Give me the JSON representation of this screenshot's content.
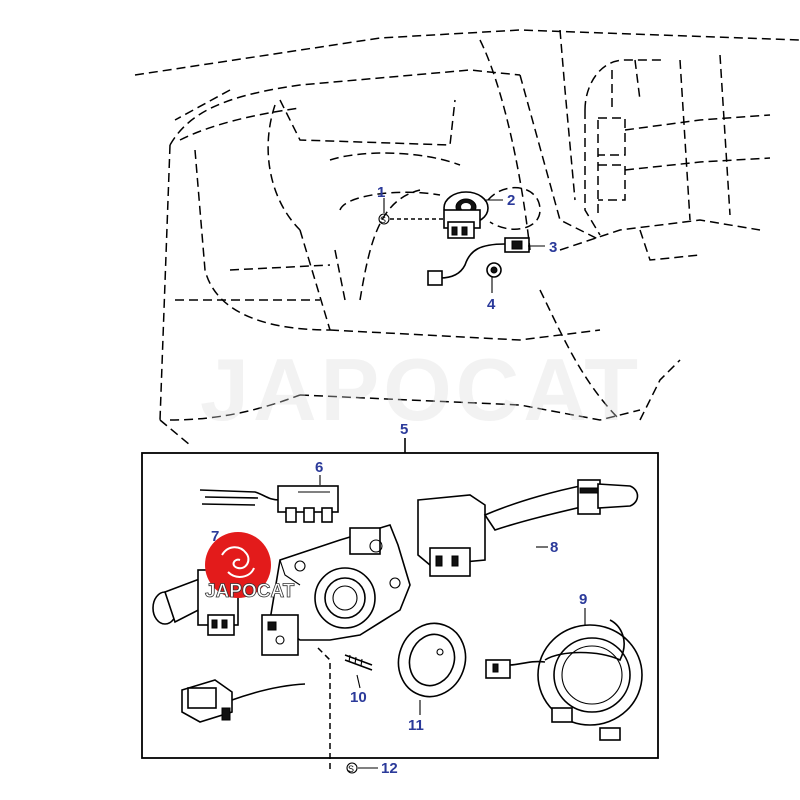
{
  "diagram": {
    "title": "Steering column switch / ignition switch parts diagram",
    "callouts": [
      {
        "id": "1",
        "label": "1"
      },
      {
        "id": "2",
        "label": "2"
      },
      {
        "id": "3",
        "label": "3"
      },
      {
        "id": "4",
        "label": "4"
      },
      {
        "id": "5",
        "label": "5"
      },
      {
        "id": "6",
        "label": "6"
      },
      {
        "id": "7",
        "label": "7"
      },
      {
        "id": "8",
        "label": "8"
      },
      {
        "id": "9",
        "label": "9"
      },
      {
        "id": "10",
        "label": "10"
      },
      {
        "id": "11",
        "label": "11"
      },
      {
        "id": "12",
        "label": "12"
      }
    ],
    "s_marker": "S",
    "watermark": "JAPOCAT",
    "logo_text": "JAPOCAT",
    "colors": {
      "callout": "#2b3a9a",
      "logo_red": "#e31b1b",
      "line": "#000000"
    }
  }
}
